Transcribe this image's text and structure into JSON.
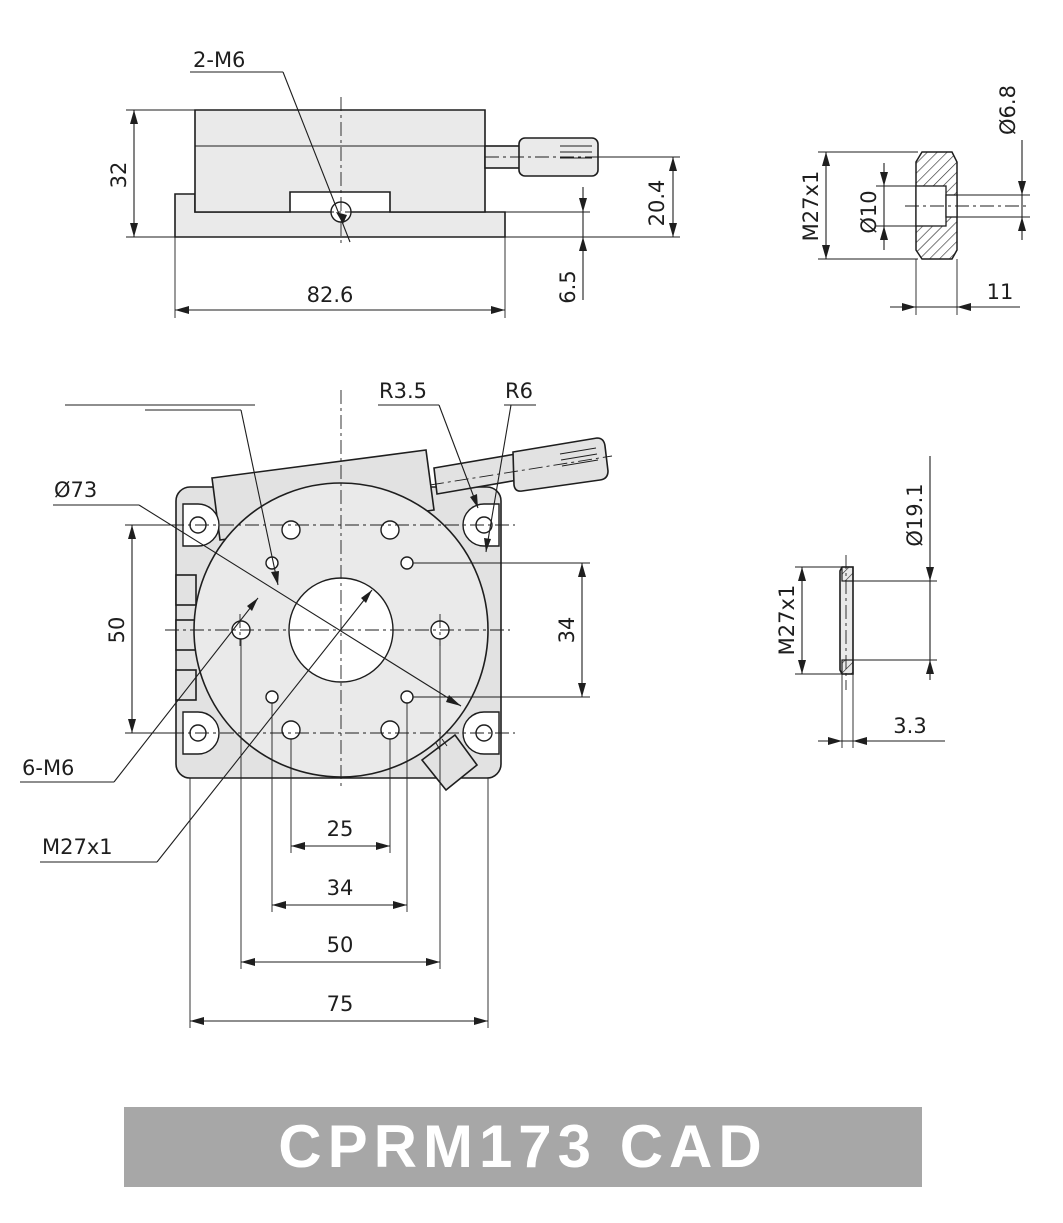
{
  "labels": {
    "side_thread": "2-M6",
    "side_height": "32",
    "side_width": "82.6",
    "side_knob_height": "20.4",
    "side_base_height": "6.5",
    "cap_diameter": "Ø6.8",
    "cap_thread": "M27x1",
    "cap_inner": "Ø10",
    "cap_length": "11",
    "top_diameter": "Ø73",
    "top_r1": "R3.5",
    "top_r2": "R6",
    "top_holes": "6-M6",
    "top_center_thread": "M27x1",
    "top_height": "50",
    "top_right": "34",
    "top_w25": "25",
    "top_w34": "34",
    "top_w50": "50",
    "top_w75": "75",
    "ring_diameter": "Ø19.1",
    "ring_thread": "M27x1",
    "ring_thickness": "3.3"
  },
  "title": "CPRM173   CAD",
  "colors": {
    "line": "#1e1e1e",
    "part_fill": "#eaeaea",
    "title_bar": "#a7a7a7",
    "title_text": "#ffffff"
  }
}
